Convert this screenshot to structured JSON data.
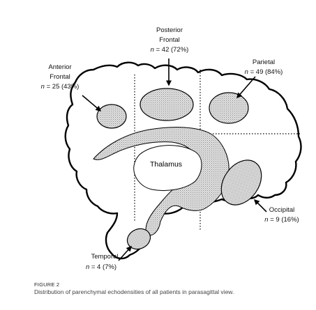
{
  "labels": {
    "posterior_frontal": {
      "name_line1": "Posterior",
      "name_line2": "Frontal",
      "n_prefix": "n",
      "count": "= 42 (72%)"
    },
    "anterior_frontal": {
      "name_line1": "Anterior",
      "name_line2": "Frontal",
      "n_prefix": "n",
      "count": "= 25 (43%)"
    },
    "parietal": {
      "name": "Parietal",
      "n_prefix": "n",
      "count": "= 49 (84%)"
    },
    "occipital": {
      "name": "Occipital",
      "n_prefix": "n",
      "count": "= 9 (16%)"
    },
    "temporal": {
      "name": "Temporal",
      "n_prefix": "n",
      "count": "= 4 (7%)"
    },
    "thalamus": {
      "name": "Thalamus"
    }
  },
  "caption": {
    "figure_number": "FIGURE 2",
    "text": "Distribution of parenchymal echodensities of all patients in parasagittal view."
  }
}
